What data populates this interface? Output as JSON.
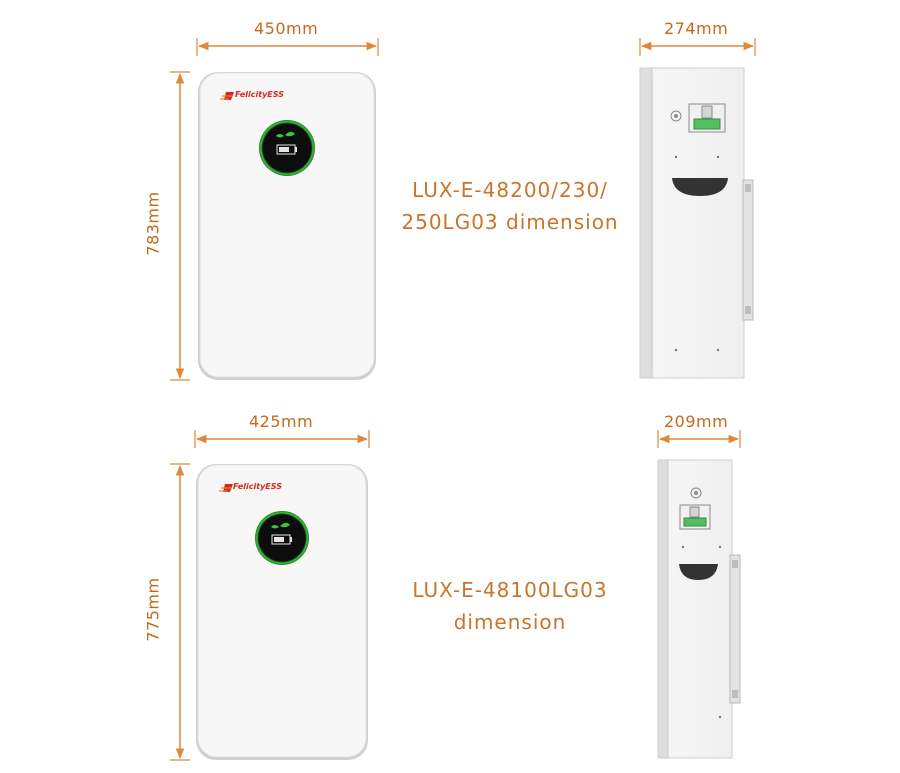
{
  "colors": {
    "dimension_line": "#e0873a",
    "dimension_text": "#c46a1c",
    "caption_text": "#c9752c",
    "panel_body": "#f7f7f7",
    "panel_border": "#d9d9d9",
    "display_ring": "#39c23a",
    "display_face": "#0d0d0d",
    "brand_accent": "#d9261c"
  },
  "icons": [
    "leaf-icon",
    "battery-icon",
    "brand-logo",
    "breaker-switch",
    "handle-slot",
    "mounting-bracket"
  ],
  "products": [
    {
      "front": {
        "brand": "FelicityESS",
        "width_label": "450mm",
        "height_label": "783mm"
      },
      "side": {
        "depth_label": "274mm"
      },
      "caption_lines": [
        "LUX-E-48200/230/",
        "250LG03 dimension"
      ]
    },
    {
      "front": {
        "brand": "FelicityESS",
        "width_label": "425mm",
        "height_label": "775mm"
      },
      "side": {
        "depth_label": "209mm"
      },
      "caption_lines": [
        "LUX-E-48100LG03",
        "dimension"
      ]
    }
  ]
}
